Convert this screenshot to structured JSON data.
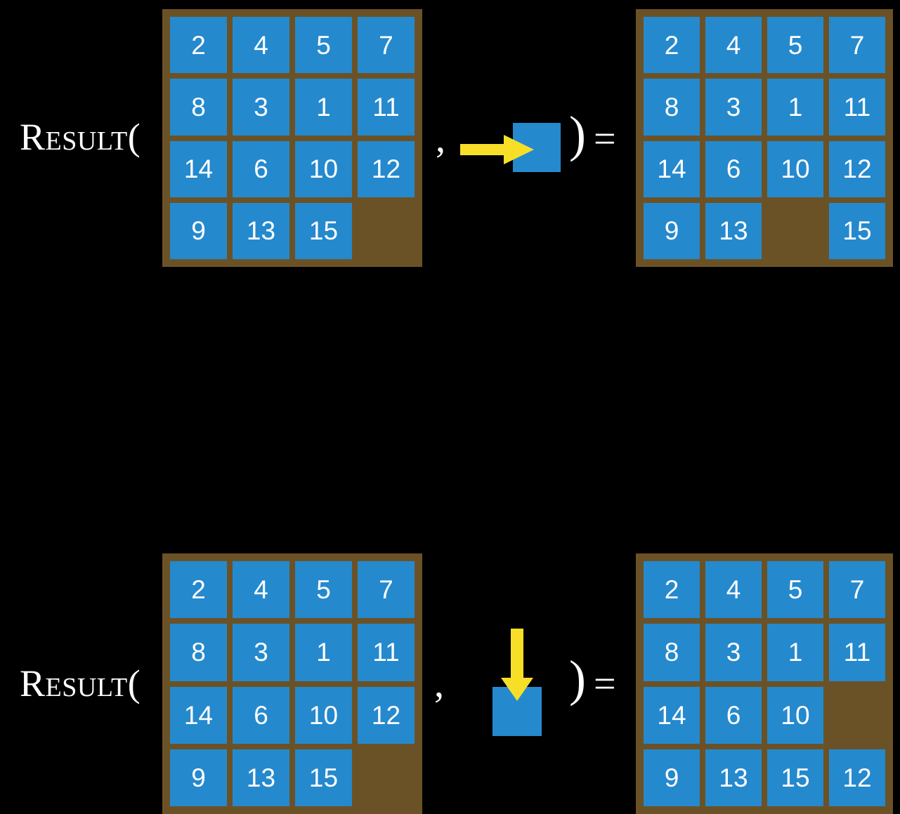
{
  "page": {
    "background_color": "#000000",
    "board_frame_color": "#6b5226",
    "tile_color": "#2589ce",
    "tile_text_color": "#ffffff",
    "arrow_color": "#f7df28",
    "text_color": "#ffffff"
  },
  "rows": [
    {
      "id": "row-top",
      "label": "Result(",
      "comma": ",",
      "close_paren": ")",
      "equals": "=",
      "operand": {
        "direction": "right",
        "arrow_icon": "arrow-right-icon",
        "tile_label": ""
      },
      "input_board": {
        "name": "input-board-top",
        "rows": [
          [
            "2",
            "4",
            "5",
            "7"
          ],
          [
            "8",
            "3",
            "1",
            "11"
          ],
          [
            "14",
            "6",
            "10",
            "12"
          ],
          [
            "9",
            "13",
            "15",
            ""
          ]
        ]
      },
      "output_board": {
        "name": "output-board-top",
        "rows": [
          [
            "2",
            "4",
            "5",
            "7"
          ],
          [
            "8",
            "3",
            "1",
            "11"
          ],
          [
            "14",
            "6",
            "10",
            "12"
          ],
          [
            "9",
            "13",
            "",
            "15"
          ]
        ]
      }
    },
    {
      "id": "row-bottom",
      "label": "Result(",
      "comma": ",",
      "close_paren": ")",
      "equals": "=",
      "operand": {
        "direction": "down",
        "arrow_icon": "arrow-down-icon",
        "tile_label": ""
      },
      "input_board": {
        "name": "input-board-bottom",
        "rows": [
          [
            "2",
            "4",
            "5",
            "7"
          ],
          [
            "8",
            "3",
            "1",
            "11"
          ],
          [
            "14",
            "6",
            "10",
            "12"
          ],
          [
            "9",
            "13",
            "15",
            ""
          ]
        ]
      },
      "output_board": {
        "name": "output-board-bottom",
        "rows": [
          [
            "2",
            "4",
            "5",
            "7"
          ],
          [
            "8",
            "3",
            "1",
            "11"
          ],
          [
            "14",
            "6",
            "10",
            ""
          ],
          [
            "9",
            "13",
            "15",
            "12"
          ]
        ]
      }
    }
  ]
}
